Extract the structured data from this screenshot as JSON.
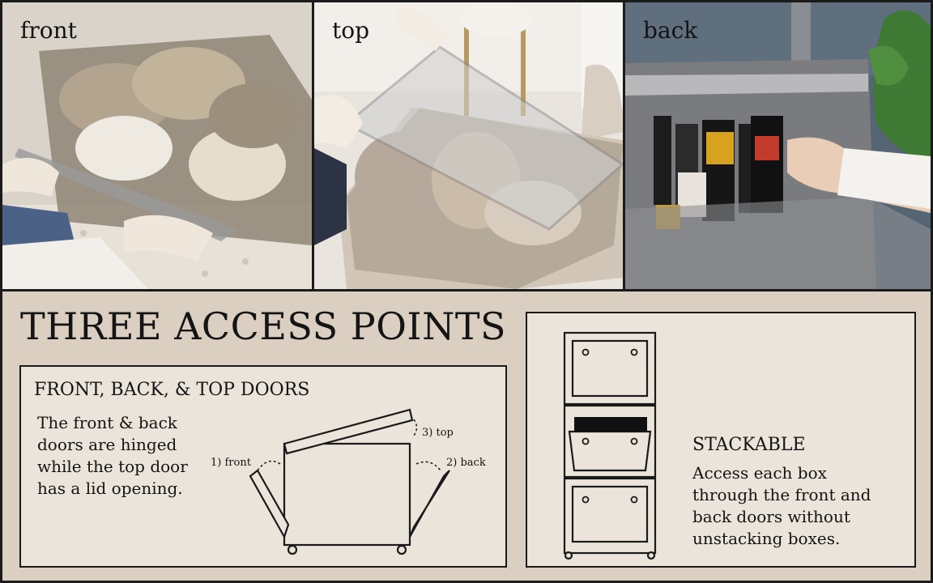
{
  "photos": {
    "front": {
      "caption": "front"
    },
    "top": {
      "caption": "top"
    },
    "back": {
      "caption": "back"
    }
  },
  "title": "THREE ACCESS POINTS",
  "doors": {
    "heading": "FRONT, BACK, & TOP DOORS",
    "body_lines": [
      "The front & back",
      "doors are hinged",
      "while the top door",
      "has a lid opening."
    ],
    "labels": {
      "front": "1) front",
      "back": "2) back",
      "top": "3) top"
    }
  },
  "stack": {
    "heading": "STACKABLE",
    "body_lines": [
      "Access each box",
      "through the front and",
      "back doors without",
      "unstacking boxes."
    ]
  },
  "colors": {
    "panel": "#dbcfc2",
    "card": "#ebe4da",
    "ink": "#1a1a1a"
  }
}
